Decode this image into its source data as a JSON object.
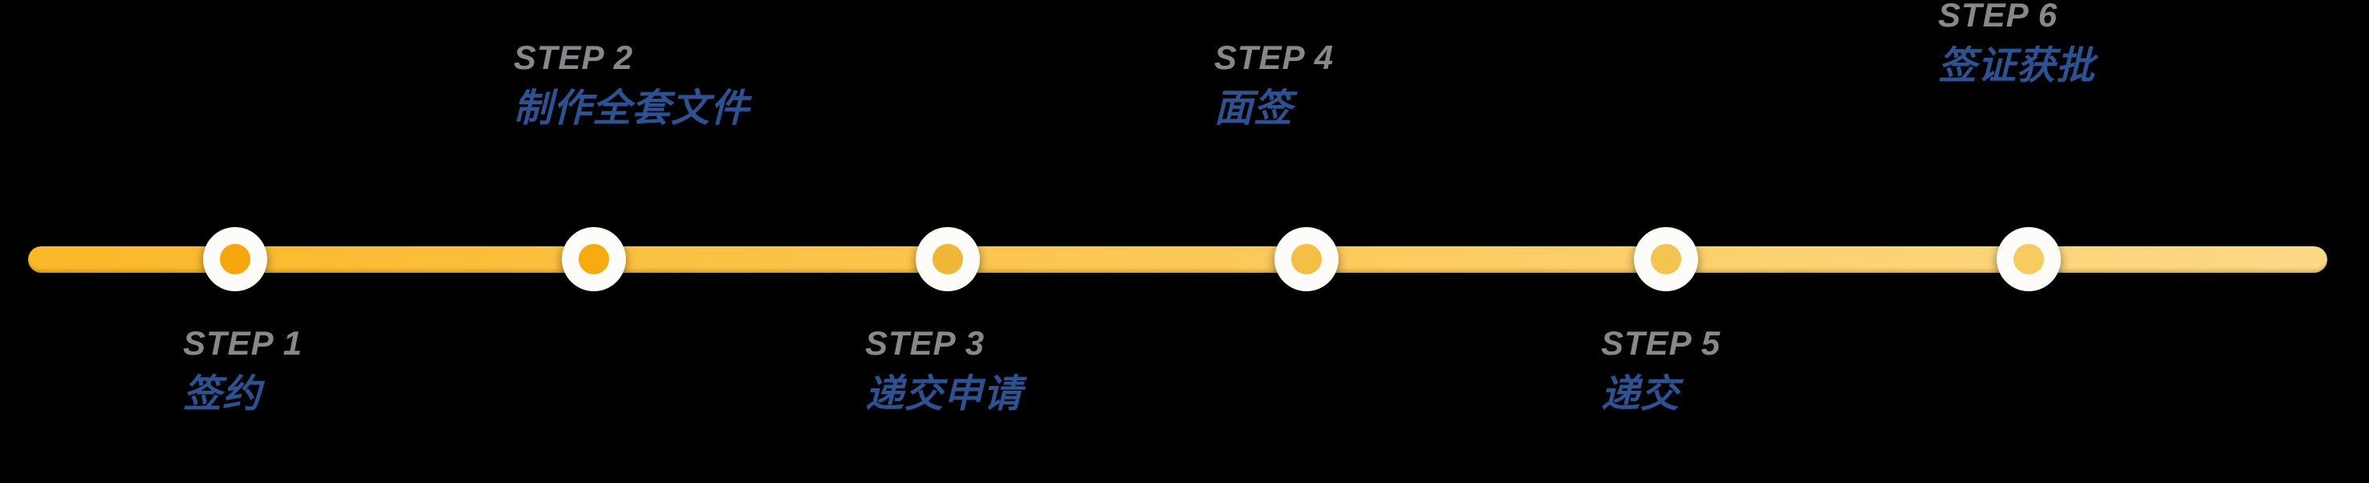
{
  "diagram": {
    "type": "process-timeline",
    "steps": [
      {
        "step_label": "STEP 1",
        "name": "签约",
        "position": "below"
      },
      {
        "step_label": "STEP 2",
        "name": "制作全套文件",
        "position": "above"
      },
      {
        "step_label": "STEP 3",
        "name": "递交申请",
        "position": "below"
      },
      {
        "step_label": "STEP 4",
        "name": "面签",
        "position": "above"
      },
      {
        "step_label": "STEP 5",
        "name": "递交",
        "position": "below"
      },
      {
        "step_label": "STEP 6",
        "name": "签证获批",
        "position": "above"
      }
    ],
    "colors": {
      "background": "#000000",
      "bar_gradient_start": "#FBB827",
      "bar_gradient_end": "#FCD986",
      "node_ring": "#FDFCF8",
      "node_dot_colors": [
        "#F7A70B",
        "#F8AB10",
        "#F0B637",
        "#F5BE45",
        "#F4C452",
        "#F8CB5E"
      ],
      "step_label_color": "#86888B",
      "step_name_color": "#2E5191"
    }
  }
}
